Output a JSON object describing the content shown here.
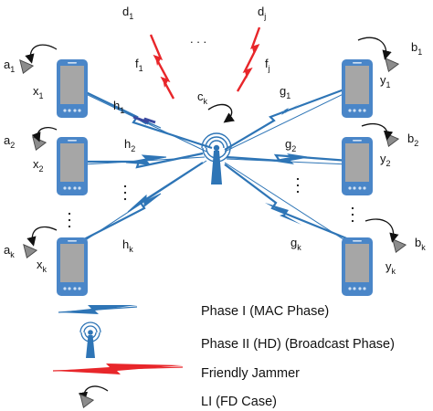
{
  "nodes": {
    "left": [
      {
        "ant": "a",
        "ant_sub": "1",
        "node": "x",
        "node_sub": "1",
        "channel": "h",
        "channel_sub": "1"
      },
      {
        "ant": "a",
        "ant_sub": "2",
        "node": "x",
        "node_sub": "2",
        "channel": "h",
        "channel_sub": "2"
      },
      {
        "ant": "a",
        "ant_sub": "k",
        "node": "x",
        "node_sub": "k",
        "channel": "h",
        "channel_sub": "k"
      }
    ],
    "right": [
      {
        "ant": "b",
        "ant_sub": "1",
        "node": "y",
        "node_sub": "1",
        "channel": "g",
        "channel_sub": "1"
      },
      {
        "ant": "b",
        "ant_sub": "2",
        "node": "y",
        "node_sub": "2",
        "channel": "g",
        "channel_sub": "2"
      },
      {
        "ant": "b",
        "ant_sub": "k",
        "node": "y",
        "node_sub": "k",
        "channel": "g",
        "channel_sub": "k"
      }
    ],
    "relay": {
      "label": "c",
      "sub": "k"
    },
    "jammers": [
      {
        "label": "d",
        "sub": "1",
        "channel": "f",
        "channel_sub": "1"
      },
      {
        "label": "d",
        "sub": "j",
        "channel": "f",
        "channel_sub": "j"
      }
    ],
    "ellipsis": ". . ."
  },
  "legend": {
    "mac": "Phase I (MAC Phase)",
    "broadcast": "Phase II (HD) (Broadcast Phase)",
    "jammer": "Friendly Jammer",
    "li": "LI (FD Case)"
  },
  "colors": {
    "link_blue": "#2e75b6",
    "phone_body": "#4a86c8",
    "phone_screen": "#a6a6a6",
    "jammer_red": "#e8262a",
    "antenna_grey": "#8c8c8c",
    "dark_link": "#3b4aa0"
  }
}
